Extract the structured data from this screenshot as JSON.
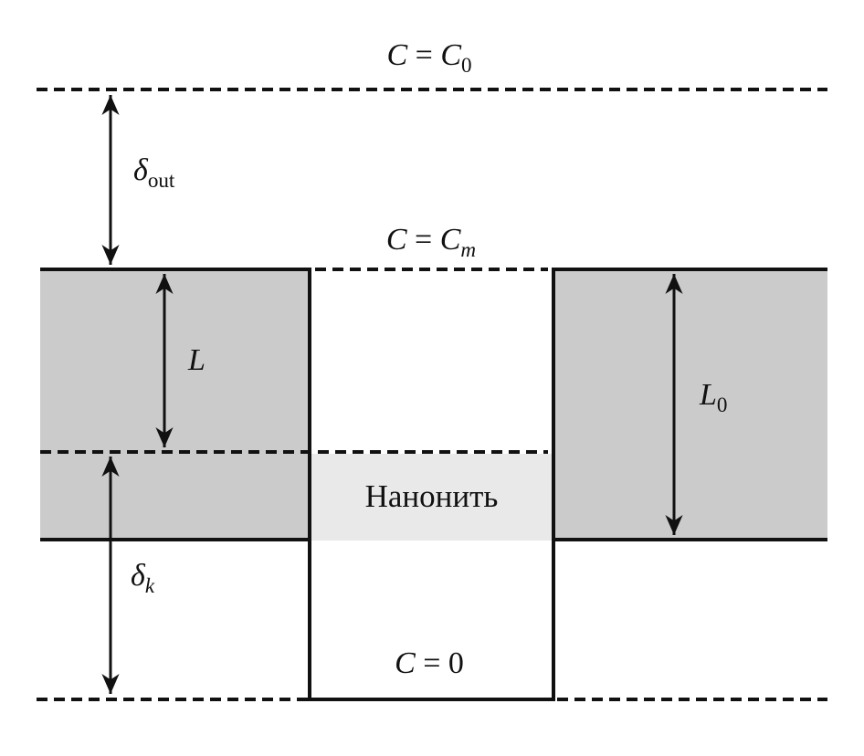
{
  "labels": {
    "c0": {
      "var1": "C",
      "eq": " = ",
      "var2": "C",
      "sub": "0"
    },
    "cm": {
      "var1": "C",
      "eq": " = ",
      "var2": "C",
      "sub": "m"
    },
    "czero": {
      "var1": "C",
      "eq": " = 0"
    },
    "delta_out": {
      "sym": "δ",
      "sub": "out"
    },
    "delta_k": {
      "sym": "δ",
      "sub": "k"
    },
    "len": {
      "sym": "L"
    },
    "len0": {
      "sym": "L",
      "sub": "0"
    },
    "nanowire": "Нанонить"
  },
  "colors": {
    "background": "#ffffff",
    "block": "#cbcbcb",
    "nanowire": "#e9e9e9",
    "line": "#111111"
  }
}
